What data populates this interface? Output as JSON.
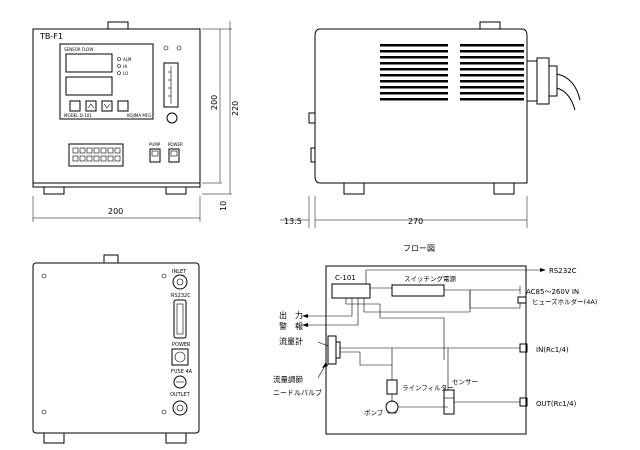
{
  "front_view": {
    "model_label": "TB-F1",
    "panel_caption": "SENSOR FLOW",
    "led_labels": [
      "ALM",
      "HI",
      "LO"
    ],
    "model_small": "MODEL D-101",
    "maker_small": "KOJIMA MFG",
    "switch_labels": [
      "PUMP",
      "POWER"
    ],
    "dim_width": "200",
    "dim_height_1": "200",
    "dim_height_2": "220",
    "dim_foot": "10"
  },
  "side_view": {
    "dim_front": "13.5",
    "dim_depth": "270"
  },
  "rear_view": {
    "labels": [
      "INLET",
      "RS232C",
      "POWER",
      "FUSE 4A",
      "OUTLET"
    ]
  },
  "flow_diagram": {
    "title": "フロー図",
    "controller": "C-101",
    "power_supply": "スイッチング電源",
    "rs232c": "RS232C",
    "ac_in": "AC85～260V IN",
    "fuse_holder": "ヒューズホルダー(4A)",
    "output": "出　力",
    "alarm": "警　報",
    "flowmeter": "流量計",
    "valve_line1": "流量調節",
    "valve_line2": "ニードルバルブ",
    "line_filter": "ラインフィルター",
    "sensor": "センサー",
    "pump": "ポンプ",
    "inlet": "IN(Rc1/4)",
    "outlet": "OUT(Rc1/4)"
  }
}
